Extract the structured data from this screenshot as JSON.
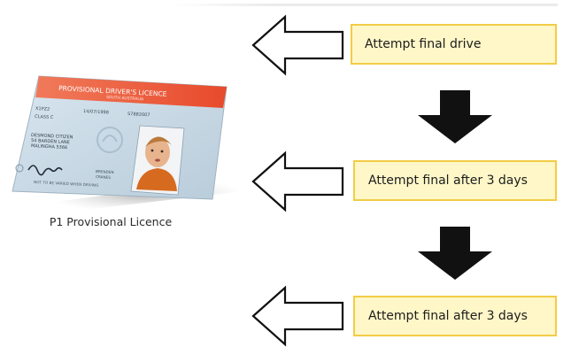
{
  "steps": [
    {
      "label": "Attempt final drive"
    },
    {
      "label": "Attempt final after 3 days"
    },
    {
      "label": "Attempt final after 3 days"
    }
  ],
  "licence": {
    "caption": "P1 Provisional Licence",
    "card_title": "PROVISIONAL DRIVER'S LICENCE",
    "card_subtitle": "SOUTH AUSTRALIA",
    "number": "X1PZ2",
    "date": "14/07/1998",
    "code": "S7882007",
    "class": "CLASS C",
    "name_line1": "DESMOND CITIZEN",
    "name_line2": "54 BARDEN LANE",
    "name_line3": "MALINGHA 5366",
    "footer": "NOT TO BE VARIED WHEN DRIVING",
    "side_label1": "BRENDEN",
    "side_label2": "CRANES"
  },
  "colors": {
    "box_fill": "#fff7c8",
    "box_border": "#f2cc46",
    "arrow_stroke": "#111111",
    "card_header": "#ef5a3c",
    "card_body": "#c9dbe8"
  },
  "icons": {
    "left_arrow": "outline-left-arrow-icon",
    "down_arrow": "solid-down-arrow-icon"
  }
}
